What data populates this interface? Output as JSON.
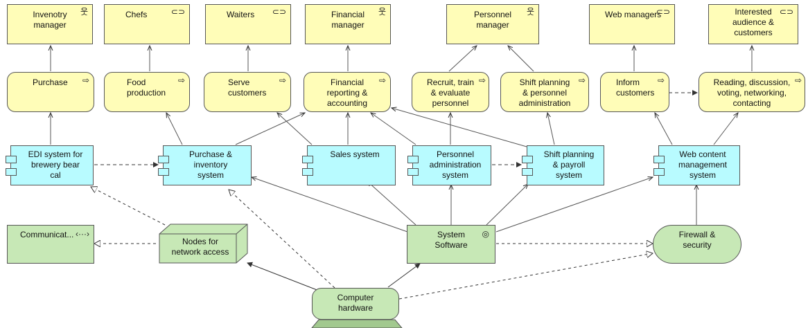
{
  "actors": {
    "inventory_manager": "Invenotry\nmanager",
    "chefs": "Chefs",
    "waiters": "Waiters",
    "financial_manager": "Financial\nmanager",
    "personnel_manager": "Personnel\nmanager",
    "web_managers": "Web managers",
    "interested_audience": "Interested\naudience &\ncustomers"
  },
  "services": {
    "purchase": "Purchase",
    "food_production": "Food\nproduction",
    "serve_customers": "Serve\ncustomers",
    "financial_reporting": "Financial\nreporting &\naccounting",
    "recruit": "Recruit, train\n& evaluate\npersonnel",
    "shift_planning": "Shift planning\n& personnel\nadministration",
    "inform_customers": "Inform\ncustomers",
    "reading_discussion": "Reading, discussion,\nvoting, networking,\ncontacting"
  },
  "components": {
    "edi_system": "EDI system for\nbrewery bear\ncal",
    "purchase_inventory": "Purchase &\ninventory\nsystem",
    "sales_system": "Sales system",
    "personnel_admin": "Personnel\nadministration\nsystem",
    "shift_payroll": "Shift planning\n& payroll\nsystem",
    "web_content": "Web content\nmanagement\nsystem"
  },
  "technology": {
    "communication_path": "Communicat...",
    "nodes_network": "Nodes for\nnetwork access",
    "system_software": "System\nSoftware",
    "firewall": "Firewall &\nsecurity",
    "computer_hardware": "Computer\nhardware"
  },
  "icons": {
    "actor": "stick-figure-icon",
    "role": "role-icon",
    "service": "service-arrow-icon",
    "component": "component-icon",
    "system_software": "system-software-icon",
    "communication_path": "communication-path-icon"
  },
  "colors": {
    "business": "#fffdb8",
    "application": "#b8fbff",
    "technology": "#c7e8b6",
    "line": "#555555"
  }
}
